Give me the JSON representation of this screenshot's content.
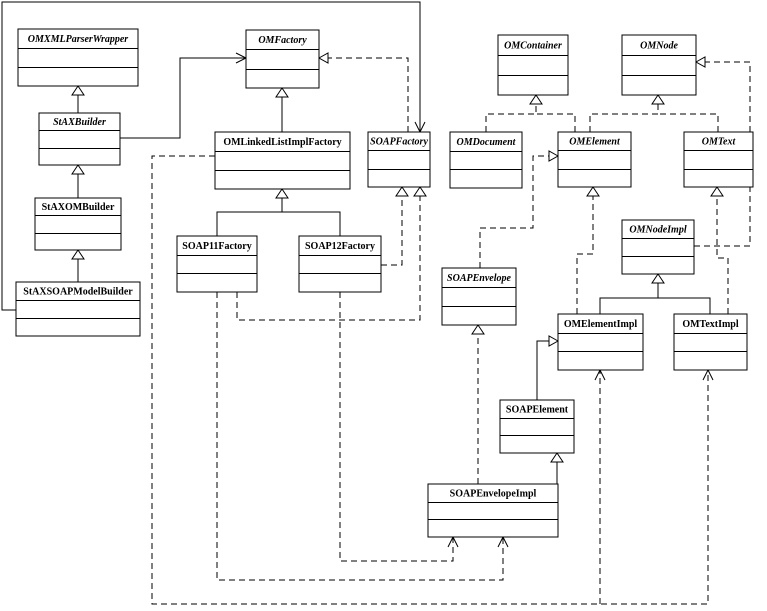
{
  "diagram": {
    "classes": {
      "omxmlparserwrapper": "OMXMLParserWrapper",
      "staxbuilder": "StAXBuilder",
      "staxombuilder": "StAXOMBuilder",
      "staxsoapmodelbuilder": "StAXSOAPModelBuilder",
      "omfactory": "OMFactory",
      "omlinkedlistimplfactory": "OMLinkedListImplFactory",
      "soapfactory": "SOAPFactory",
      "soap11factory": "SOAP11Factory",
      "soap12factory": "SOAP12Factory",
      "omcontainer": "OMContainer",
      "omnode": "OMNode",
      "omdocument": "OMDocument",
      "omelement": "OMElement",
      "omtext": "OMText",
      "omnodeimpl": "OMNodeImpl",
      "soapenvelope": "SOAPEnvelope",
      "omelementimpl": "OMElementImpl",
      "omtextimpl": "OMTextImpl",
      "soapelement": "SOAPElement",
      "soapenvelopeimpl": "SOAPEnvelopeImpl"
    },
    "italic_classes": [
      "omxmlparserwrapper",
      "staxbuilder",
      "omfactory",
      "soapfactory",
      "omcontainer",
      "omnode",
      "omdocument",
      "omelement",
      "omtext",
      "omnodeimpl",
      "soapenvelope"
    ]
  }
}
